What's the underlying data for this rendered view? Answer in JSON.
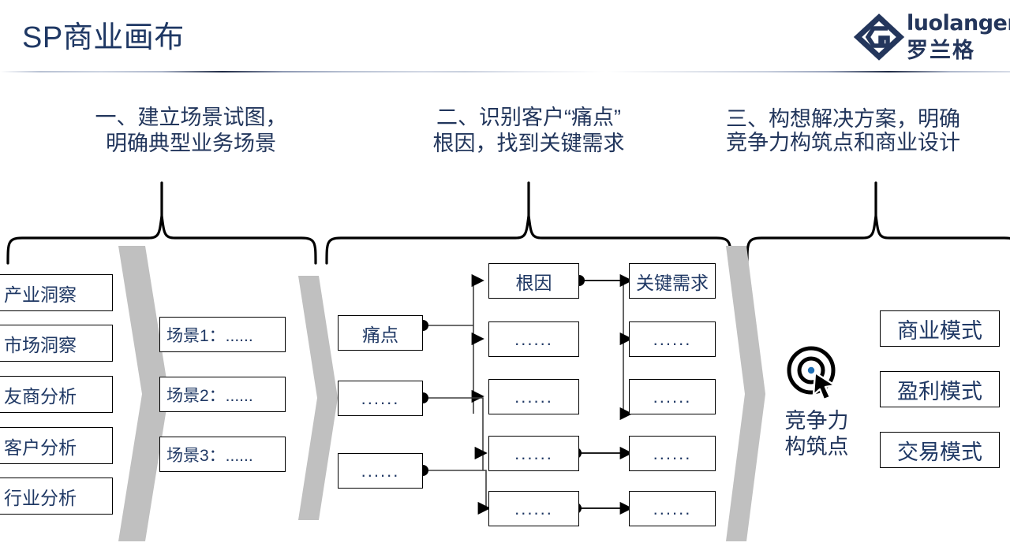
{
  "header": {
    "title": "SP商业画布",
    "logo": {
      "latin": "luolanger",
      "chinese": "罗兰格",
      "mark": "diamond-logo-icon"
    }
  },
  "sections": [
    {
      "id": "one",
      "heading": "一、建立场景试图，\n明确典型业务场景"
    },
    {
      "id": "two",
      "heading": "二、识别客户“痛点”\n根因，找到关键需求"
    },
    {
      "id": "three",
      "heading": "三、构想解决方案，明确\n竞争力构筑点和商业设计"
    }
  ],
  "analysis_boxes": [
    {
      "label": "产业洞察"
    },
    {
      "label": "市场洞察"
    },
    {
      "label": "友商分析"
    },
    {
      "label": "客户分析"
    },
    {
      "label": "行业分析"
    }
  ],
  "scene_boxes": [
    {
      "label": "场景1：......"
    },
    {
      "label": "场景2：......"
    },
    {
      "label": "场景3：......"
    }
  ],
  "painpoint_boxes": [
    {
      "label": "痛点"
    },
    {
      "label": "......"
    },
    {
      "label": "......"
    }
  ],
  "rootcause_boxes": [
    {
      "label": "根因"
    },
    {
      "label": "......"
    },
    {
      "label": "......"
    },
    {
      "label": "......"
    },
    {
      "label": "......"
    }
  ],
  "keyneed_boxes": [
    {
      "label": "关键需求"
    },
    {
      "label": "......"
    },
    {
      "label": "......"
    },
    {
      "label": "......"
    },
    {
      "label": "......"
    }
  ],
  "competitiveness": {
    "icon": "target-cursor-icon",
    "label": "竞争力\n构筑点"
  },
  "model_boxes": [
    {
      "label": "商业模式"
    },
    {
      "label": "盈利模式"
    },
    {
      "label": "交易模式"
    }
  ],
  "colors": {
    "title": "#1f3864",
    "heading": "#22365c",
    "logo": "#24365c",
    "chevron_gray": "#c0c0c0",
    "box_border": "#000000",
    "connector": "#3f3f3f",
    "accent_dot": "#1f6fb5"
  }
}
